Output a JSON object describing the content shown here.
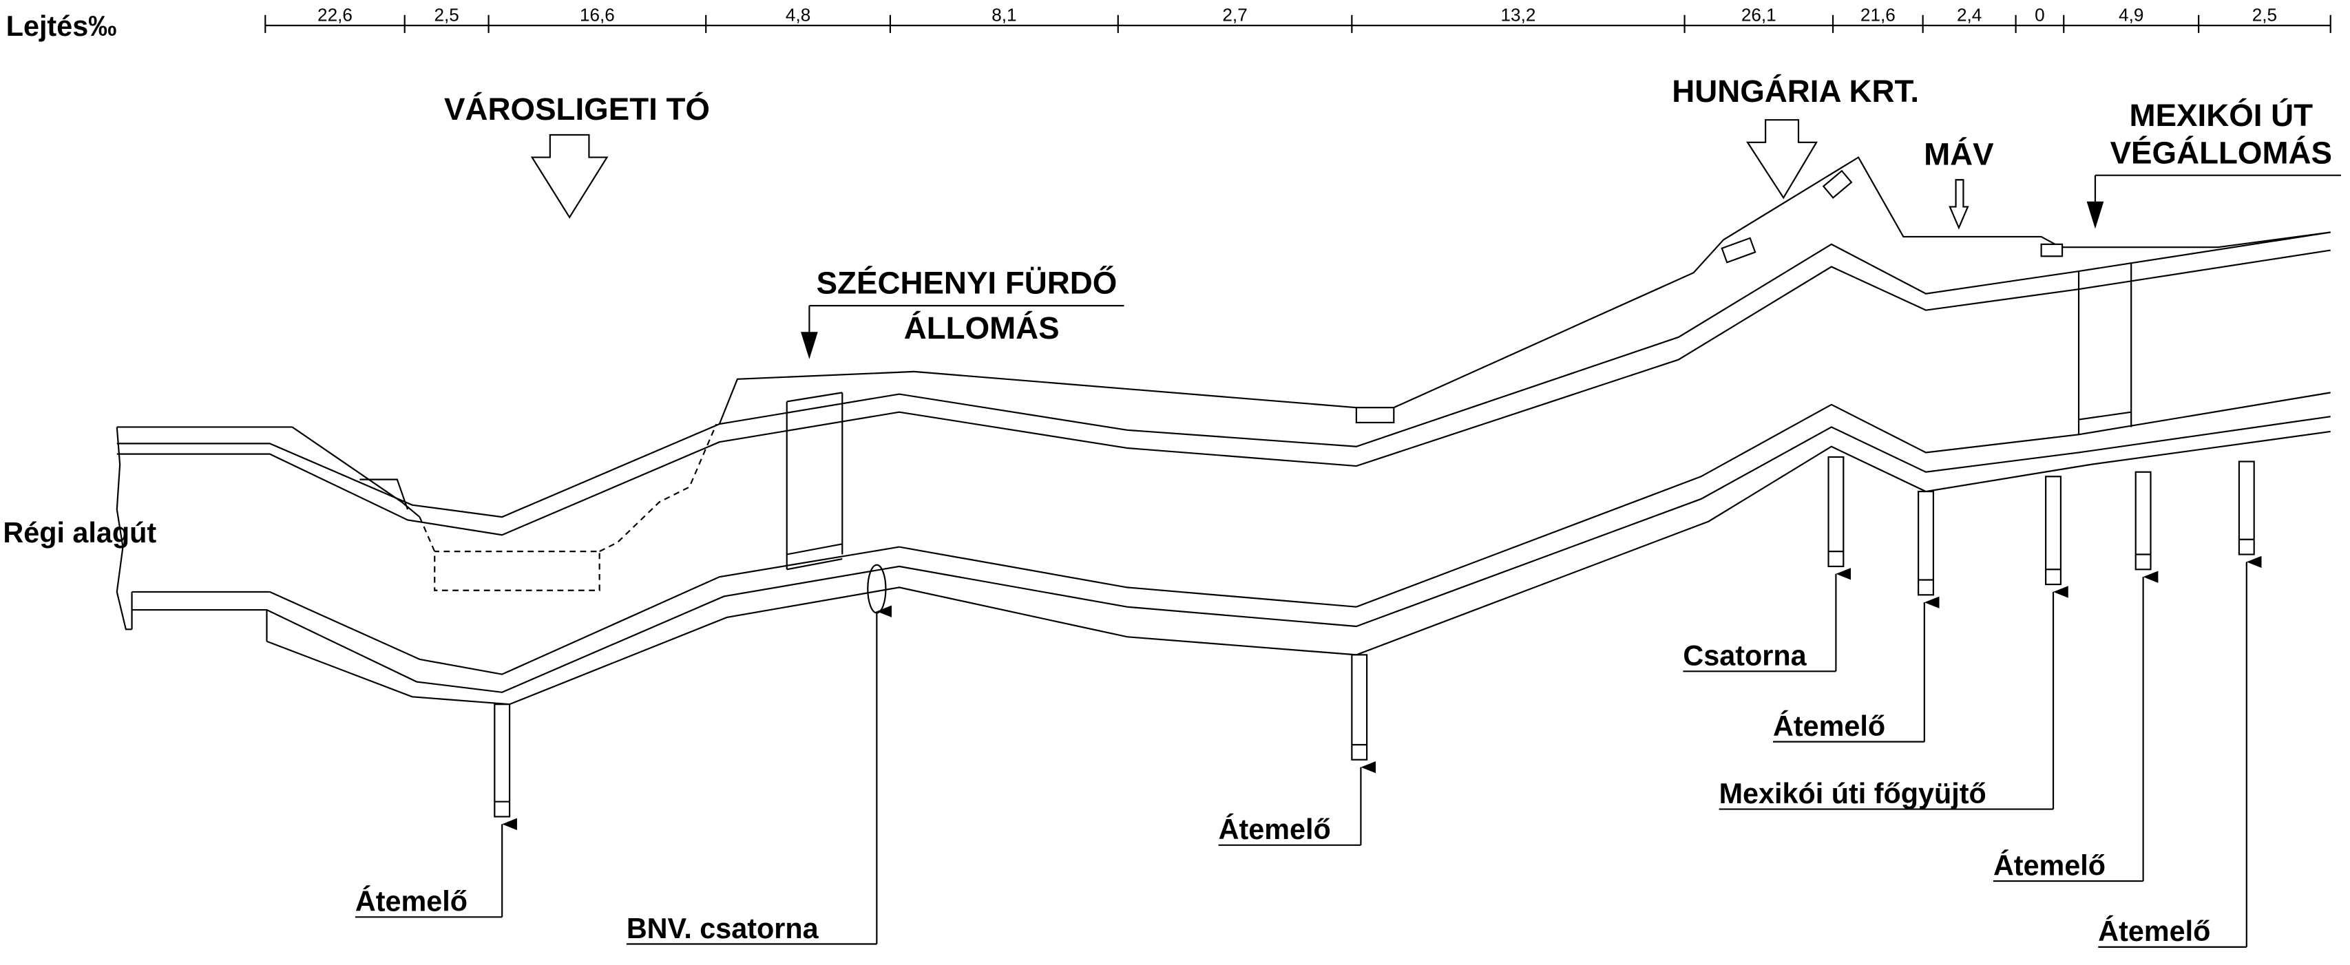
{
  "scale": {
    "title": "Lejtés‰",
    "values": [
      "22,6",
      "2,5",
      "16,6",
      "4,8",
      "8,1",
      "2,7",
      "13,2",
      "26,1",
      "21,6",
      "2,4",
      "0",
      "4,9",
      "2,5"
    ]
  },
  "landmarks": {
    "varosligeti_to": "VÁROSLIGETI TÓ",
    "szechenyi_line1": "SZÉCHENYI FÜRDŐ",
    "szechenyi_line2": "ÁLLOMÁS",
    "hungaria": "HUNGÁRIA KRT.",
    "mav": "MÁV",
    "mexikoi_line1": "MEXIKÓI ÚT",
    "mexikoi_line2": "VÉGÁLLOMÁS",
    "regi_alagut": "Régi alagút"
  },
  "labels": {
    "atemelo_1": "Átemelő",
    "bnv_csatorna": "BNV. csatorna",
    "atemelo_2": "Átemelő",
    "csatorna": "Csatorna",
    "atemelo_3": "Átemelő",
    "mexikoi_fogyujto": "Mexikói úti főgyüjtő",
    "atemelo_4": "Átemelő",
    "atemelo_5": "Átemelő"
  }
}
